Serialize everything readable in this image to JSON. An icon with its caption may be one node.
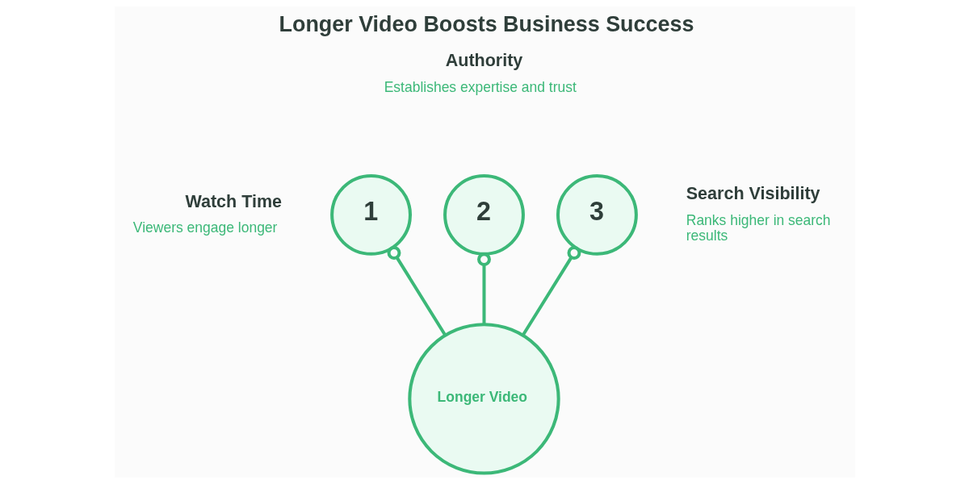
{
  "diagram": {
    "title": "Longer Video Boosts Business Success",
    "nodes": [
      {
        "text": [
          "1"
        ],
        "beside": [
          "Watch Time",
          "Viewers engage longer"
        ]
      },
      {
        "text": [
          "2"
        ],
        "beside": [
          "Authority",
          "Establishes expertise and trust"
        ]
      },
      {
        "text": [
          "3"
        ],
        "beside": [
          "Search Visibility",
          "Ranks higher in search results"
        ]
      },
      {
        "text": [
          "Longer Video"
        ]
      }
    ],
    "edges": [
      {
        "from": 3,
        "to": 0,
        "arrow": "other"
      },
      {
        "from": 3,
        "to": 1,
        "arrow": "other"
      },
      {
        "from": 3,
        "to": 2,
        "arrow": "other"
      }
    ]
  }
}
